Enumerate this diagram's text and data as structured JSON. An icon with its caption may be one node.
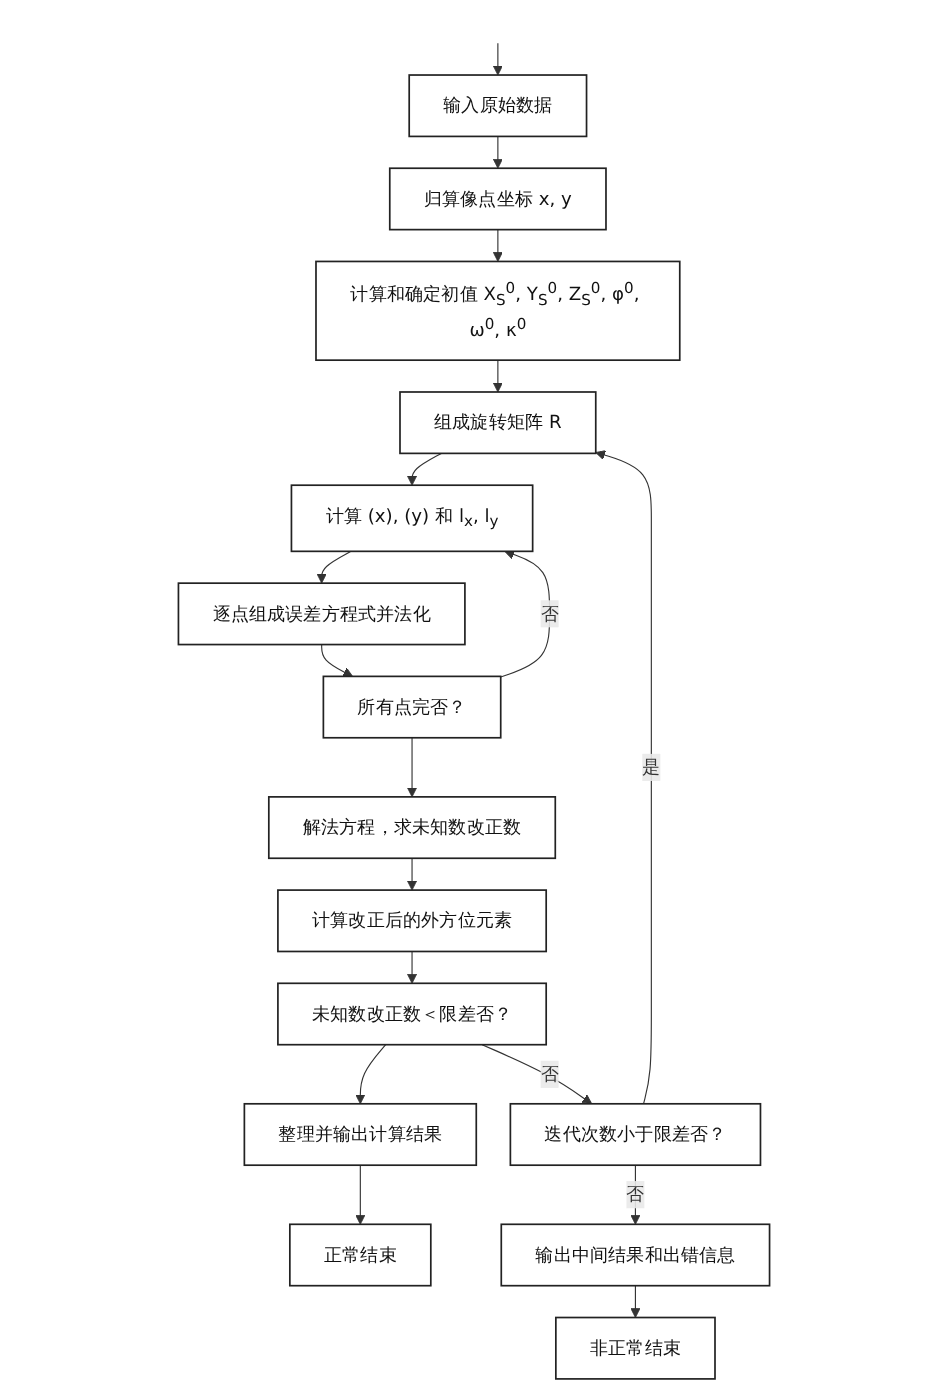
{
  "diagram": {
    "nodes": [
      {
        "text": [
          "输入原始数据"
        ]
      },
      {
        "text": [
          "归算像点坐标 x, y"
        ]
      },
      {
        "text": [
          "计算和确定初值 X$_{S}$$^{0}$, Y$_{S}$$^{0}$, Z$_{S}$$^{0}$, φ$^{0}$, ω$^{0}$, κ$^{0}$"
        ]
      },
      {
        "text": [
          "组成旋转矩阵 R"
        ]
      },
      {
        "text": [
          "计算 (x), (y) 和 l$_{x}$, l$_{y}$"
        ]
      },
      {
        "text": [
          "逐点组成误差方程式并法化"
        ]
      },
      {
        "text": [
          "所有点完否？"
        ]
      },
      {
        "text": [
          "解法方程，求未知数改正数"
        ]
      },
      {
        "text": [
          "计算改正后的外方位元素"
        ]
      },
      {
        "text": [
          "未知数改正数＜限差否？"
        ]
      },
      {
        "text": [
          "整理并输出计算结果"
        ]
      },
      {
        "text": [
          "正常结束"
        ]
      },
      {
        "text": [
          "迭代次数小于限差否？"
        ]
      },
      {
        "text": [
          "输出中间结果和出错信息"
        ]
      },
      {
        "text": [
          "非正常结束"
        ]
      }
    ],
    "edges": [
      {
        "from": null,
        "to": 0,
        "arrow": "to"
      },
      {
        "from": 0,
        "to": 1,
        "arrow": "to"
      },
      {
        "from": 1,
        "to": 2,
        "arrow": "to"
      },
      {
        "from": 2,
        "to": 3,
        "arrow": "to"
      },
      {
        "from": 3,
        "to": 4,
        "arrow": "to"
      },
      {
        "from": 4,
        "to": 5,
        "arrow": "to"
      },
      {
        "from": 5,
        "to": 6,
        "arrow": "to"
      },
      {
        "from": 6,
        "to": 4,
        "arrow": "to",
        "label": "否"
      },
      {
        "from": 6,
        "to": 7,
        "arrow": "to"
      },
      {
        "from": 7,
        "to": 8,
        "arrow": "to"
      },
      {
        "from": 8,
        "to": 9,
        "arrow": "to"
      },
      {
        "from": 9,
        "to": 12,
        "arrow": "to",
        "label": "否"
      },
      {
        "from": 9,
        "to": 10,
        "arrow": "to"
      },
      {
        "from": 10,
        "to": 11,
        "arrow": "to"
      },
      {
        "from": 12,
        "to": 3,
        "arrow": "to",
        "label": "是"
      },
      {
        "from": 12,
        "to": 13,
        "arrow": "to",
        "label": "否"
      },
      {
        "from": 13,
        "to": 14,
        "arrow": "to"
      }
    ]
  }
}
